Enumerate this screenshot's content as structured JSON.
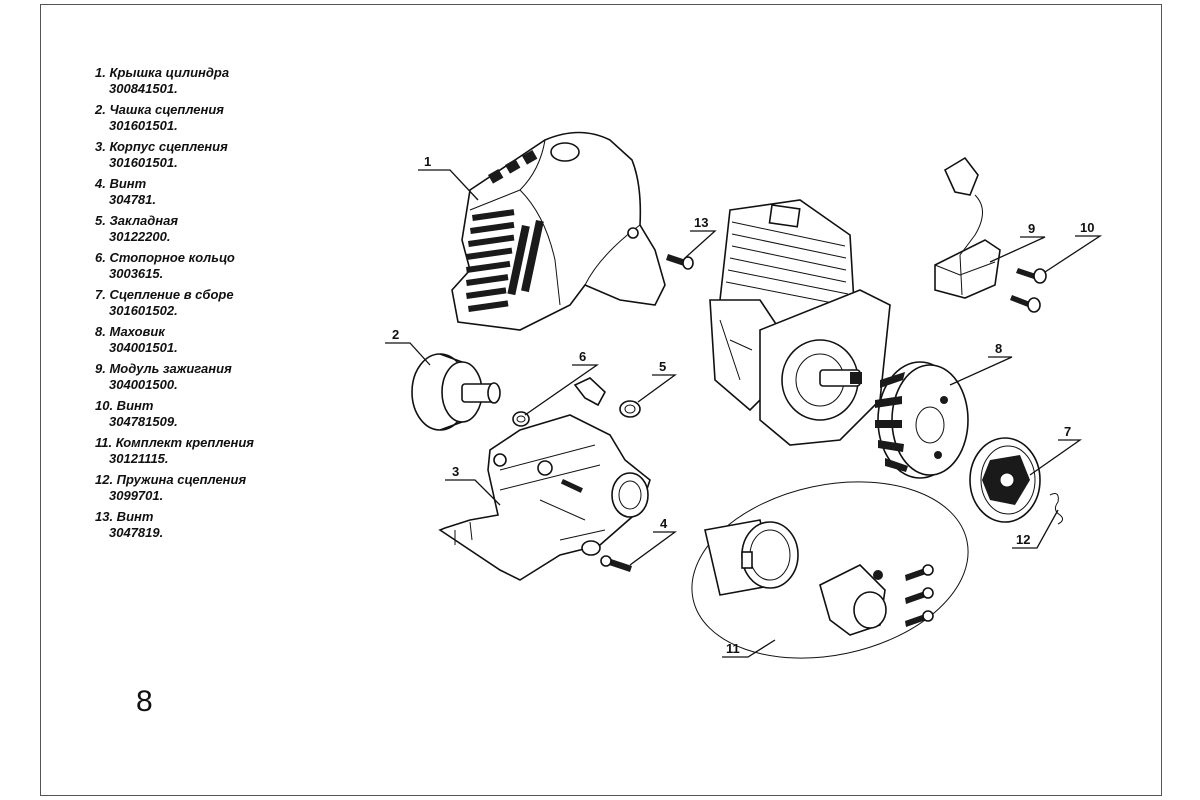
{
  "legend": [
    {
      "name": "1. Крышка цилиндра",
      "code": "300841501."
    },
    {
      "name": "2. Чашка сцепления",
      "code": "301601501."
    },
    {
      "name": "3. Корпус сцепления",
      "code": "301601501."
    },
    {
      "name": "4. Винт",
      "code": "304781."
    },
    {
      "name": "5. Закладная",
      "code": "30122200."
    },
    {
      "name": "6. Стопорное кольцо",
      "code": "3003615."
    },
    {
      "name": "7. Сцепление в сборе",
      "code": "301601502."
    },
    {
      "name": "8. Маховик",
      "code": "304001501."
    },
    {
      "name": "9. Модуль зажигания",
      "code": "304001500."
    },
    {
      "name": "10. Винт",
      "code": "304781509."
    },
    {
      "name": "11. Комплект крепления",
      "code": "30121115."
    },
    {
      "name": "12. Пружина сцепления",
      "code": "3099701."
    },
    {
      "name": "13. Винт",
      "code": "3047819."
    }
  ],
  "callouts": [
    "1",
    "2",
    "3",
    "4",
    "5",
    "6",
    "7",
    "8",
    "9",
    "10",
    "11",
    "12",
    "13"
  ],
  "page_number": "8"
}
